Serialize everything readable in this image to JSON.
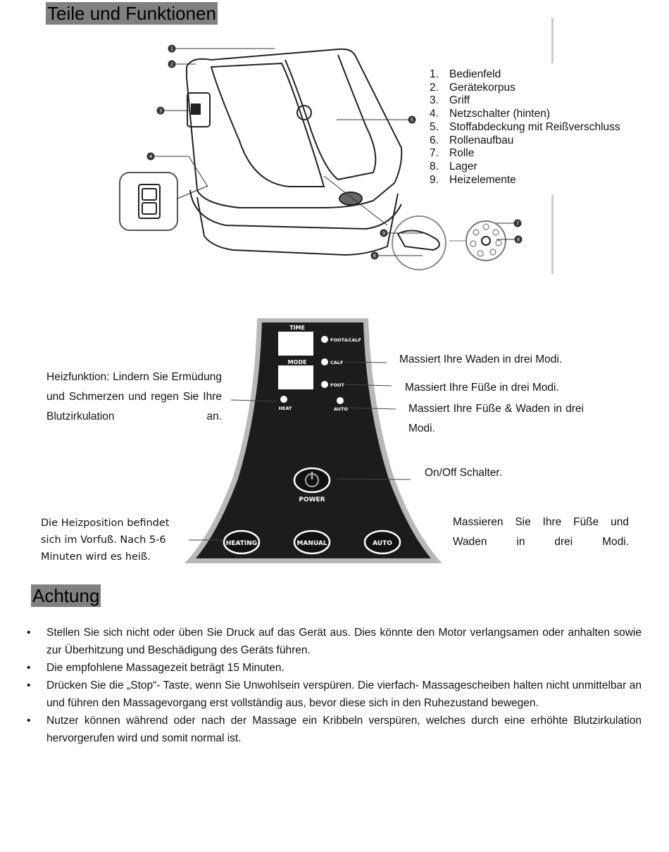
{
  "headings": {
    "parts": "Teile und Funktionen",
    "caution": "Achtung"
  },
  "parts": [
    {
      "num": "1.",
      "label": "Bedienfeld"
    },
    {
      "num": "2.",
      "label": "Gerätekorpus"
    },
    {
      "num": "3.",
      "label": "Griff"
    },
    {
      "num": "4.",
      "label": "Netzschalter (hinten)"
    },
    {
      "num": "5.",
      "label": "Stoffabdeckung mit Reißverschluss"
    },
    {
      "num": "6.",
      "label": "Rollenaufbau"
    },
    {
      "num": "7.",
      "label": "Rolle"
    },
    {
      "num": "8.",
      "label": "Lager"
    },
    {
      "num": "9.",
      "label": "Heizelemente"
    }
  ],
  "diagram_numbers": [
    "1",
    "2",
    "3",
    "4",
    "5",
    "6",
    "7",
    "8",
    "9"
  ],
  "panel": {
    "time": "TIME",
    "mode": "MODE",
    "foot_calf": "FOOT&CALF",
    "calf": "CALF",
    "foot": "FOOT",
    "heat": "HEAT",
    "auto_small": "AUTO",
    "power": "POWER",
    "btn_heating": "HEATING",
    "btn_manual": "MANUAL",
    "btn_auto": "AUTO"
  },
  "annotations": {
    "heat_function": "Heizfunktion: Lindern Sie Ermüdung und Schmerzen und regen Sie Ihre Blutzirkulation an.",
    "calf": "Massiert Ihre Waden in drei Modi.",
    "foot": "Massiert Ihre Füße in drei Modi.",
    "auto": "Massiert Ihre Füße & Waden in drei Modi.",
    "on_off": "On/Off Schalter.",
    "heating_position": "Die Heizposition befindet sich im Vorfuß. Nach 5-6 Minuten wird es heiß.",
    "manual_auto": "Massieren Sie Ihre Füße und Waden in drei Modi."
  },
  "cautions": [
    "Stellen Sie sich nicht oder üben Sie Druck auf das Gerät aus. Dies könnte den Motor verlangsamen oder anhalten sowie zur Überhitzung und Beschädigung des Geräts führen.",
    "Die empfohlene Massagezeit beträgt 15 Minuten.",
    "Drücken Sie die „Stop“- Taste, wenn Sie Unwohlsein verspüren. Die vierfach- Massagescheiben halten nicht unmittelbar an und führen den Massagevorgang erst vollständig aus, bevor diese sich in den Ruhezustand bewegen.",
    "Nutzer können während oder nach der Massage ein Kribbeln verspüren, welches durch eine erhöhte Blutzirkulation hervorgerufen wird und somit normal ist."
  ]
}
